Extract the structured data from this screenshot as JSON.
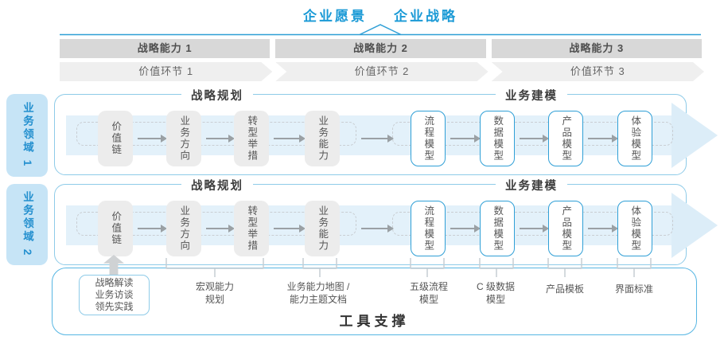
{
  "header": {
    "vision": "企业愿景",
    "strategy": "企业战略"
  },
  "capability_bars": [
    {
      "label": "战略能力 1"
    },
    {
      "label": "战略能力 2"
    },
    {
      "label": "战略能力 3"
    }
  ],
  "value_chain": [
    {
      "label": "价值环节 1"
    },
    {
      "label": "价值环节 2"
    },
    {
      "label": "价值环节 3"
    }
  ],
  "domains": [
    {
      "tab": "业务领域 1",
      "planning_title": "战略规划",
      "modeling_title": "业务建模",
      "boxes": [
        {
          "label": "价值链"
        },
        {
          "label": "业务方向"
        },
        {
          "label": "转型举措"
        },
        {
          "label": "业务能力"
        },
        {
          "label": "流程模型"
        },
        {
          "label": "数据模型"
        },
        {
          "label": "产品模型"
        },
        {
          "label": "体验模型"
        }
      ]
    },
    {
      "tab": "业务领域 2",
      "planning_title": "战略规划",
      "modeling_title": "业务建模",
      "boxes": [
        {
          "label": "价值链"
        },
        {
          "label": "业务方向"
        },
        {
          "label": "转型举措"
        },
        {
          "label": "业务能力"
        },
        {
          "label": "流程模型"
        },
        {
          "label": "数据模型"
        },
        {
          "label": "产品模型"
        },
        {
          "label": "体验模型"
        }
      ]
    }
  ],
  "annotations": [
    {
      "text": "战略解读\n业务访谈\n领先实践"
    },
    {
      "text": "宏观能力\n规划"
    },
    {
      "text": "业务能力地图 /\n能力主题文档"
    },
    {
      "text": "五级流程\n模型"
    },
    {
      "text": "C 级数据\n模型"
    },
    {
      "text": "产品模板"
    },
    {
      "text": "界面标准"
    }
  ],
  "footer": {
    "label": "工具支撑"
  },
  "colors": {
    "accent_blue": "#1b9ad6",
    "border_light_blue": "#8ecbe8",
    "tool_border_blue": "#57b6e3",
    "band_blue": "#e3f1fa",
    "tab_fill": "#c6e4f6",
    "bar_gray": "#d8d8d8",
    "chevron_gray": "#efefef",
    "node_gray": "#ececec",
    "text_dark": "#3c3c3c",
    "text_gray": "#555555"
  }
}
